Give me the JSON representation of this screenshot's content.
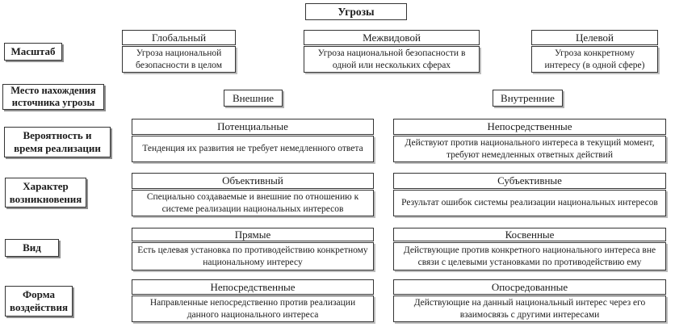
{
  "diagram": {
    "root": {
      "title": "Угрозы"
    },
    "colors": {
      "ink": "#1b1b1b",
      "background": "#ffffff",
      "border": "#343434"
    },
    "rows": [
      {
        "label": "Масштаб",
        "items": [
          {
            "title": "Глобальный",
            "desc": "Угроза национальной безопасности в целом"
          },
          {
            "title": "Межвидовой",
            "desc": "Угроза национальной безопасности в одной или нескольких сферах"
          },
          {
            "title": "Целевой",
            "desc": "Угроза конкретному интересу (в одной сфере)"
          }
        ]
      },
      {
        "label": "Место нахождения источника угрозы",
        "items": [
          {
            "title": "Внешние"
          },
          {
            "title": "Внутренние"
          }
        ]
      },
      {
        "label": "Вероятность и время реализации",
        "items": [
          {
            "title": "Потенциальные",
            "desc": "Тенденция их развития не требует немедленного ответа"
          },
          {
            "title": "Непосредственные",
            "desc": "Действуют против национального интереса в текущий момент, требуют немедленных ответных действий"
          }
        ]
      },
      {
        "label": "Характер возникновения",
        "items": [
          {
            "title": "Объективный",
            "desc": "Специально создаваемые и внешние по отношению к системе реализации национальных интересов"
          },
          {
            "title": "Субъективные",
            "desc": "Результат ошибок системы реализации национальных интересов"
          }
        ]
      },
      {
        "label": "Вид",
        "items": [
          {
            "title": "Прямые",
            "desc": "Есть целевая установка по противодействию конкретному национальному интересу"
          },
          {
            "title": "Косвенные",
            "desc": "Действующие против конкретного национального интереса вне связи с целевыми установками по противодействию ему"
          }
        ]
      },
      {
        "label": "Форма воздействия",
        "items": [
          {
            "title": "Непосредственные",
            "desc": "Направленные непосредственно против реализации данного национального интереса"
          },
          {
            "title": "Опосредованные",
            "desc": "Действующие на данный национальный интерес через его взаимосвязь с другими интересами"
          }
        ]
      }
    ]
  }
}
